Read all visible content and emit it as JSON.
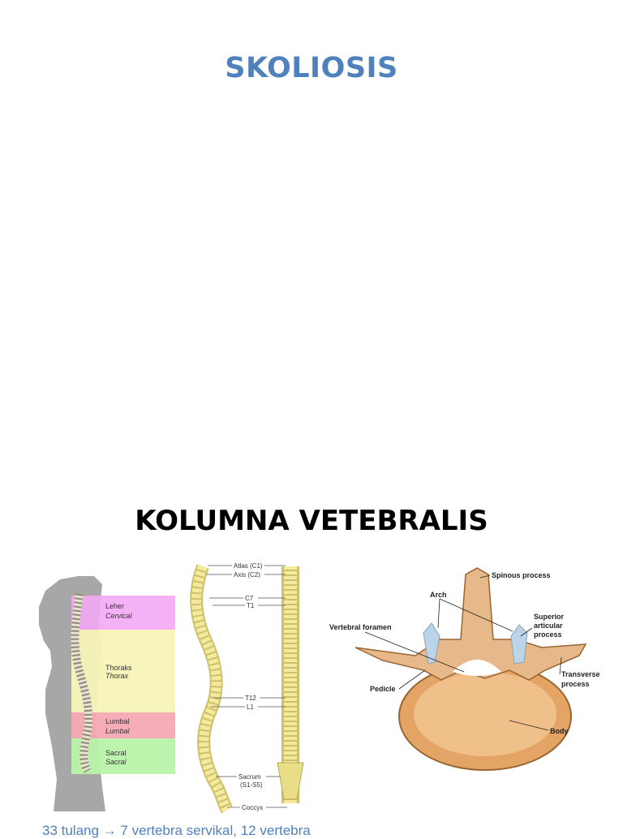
{
  "slide1": {
    "title": "SKOLIOSIS"
  },
  "slide2": {
    "title": "KOLUMNA VETEBRALIS",
    "figure1": {
      "regions": [
        {
          "name": "Leher",
          "latin": "Cervical"
        },
        {
          "name": "Thoraks",
          "latin": "Thorax"
        },
        {
          "name": "Lumbal",
          "latin": "Lumbal"
        },
        {
          "name": "Sacral",
          "latin": "Sacral"
        }
      ]
    },
    "figure2": {
      "labels": [
        "Atlas (C1)",
        "Axis (C2)",
        "C7",
        "T1",
        "T12",
        "L1",
        "Sacrum",
        "(S1-S5)",
        "Coccyx"
      ]
    },
    "figure3": {
      "labels": [
        "Spinous process",
        "Arch",
        "Superior",
        "articular",
        "process",
        "Vertebral foramen",
        "Transverse",
        "process",
        "Pedicle",
        "Body"
      ]
    },
    "footer": "33 tulang → 7 vertebra servikal, 12 vertebra"
  }
}
